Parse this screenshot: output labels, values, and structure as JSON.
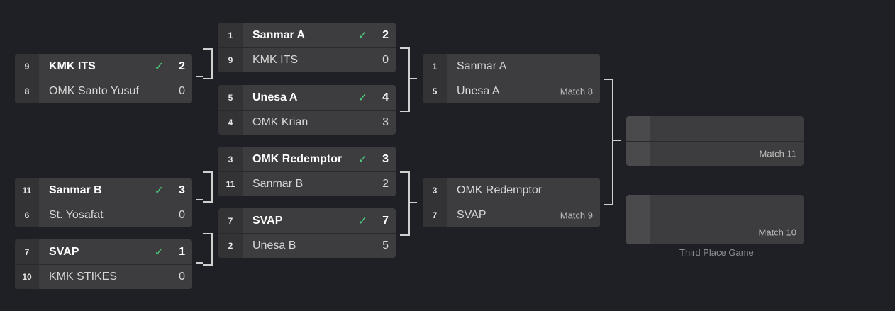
{
  "round1": {
    "m1": {
      "top": {
        "seed": "9",
        "name": "KMK ITS",
        "score": "2"
      },
      "bottom": {
        "seed": "8",
        "name": "OMK Santo Yusuf",
        "score": "0"
      }
    },
    "m2": {
      "top": {
        "seed": "11",
        "name": "Sanmar B",
        "score": "3"
      },
      "bottom": {
        "seed": "6",
        "name": "St. Yosafat",
        "score": "0"
      }
    },
    "m3": {
      "top": {
        "seed": "7",
        "name": "SVAP",
        "score": "1"
      },
      "bottom": {
        "seed": "10",
        "name": "KMK STIKES",
        "score": "0"
      }
    }
  },
  "round2": {
    "m1": {
      "top": {
        "seed": "1",
        "name": "Sanmar A",
        "score": "2"
      },
      "bottom": {
        "seed": "9",
        "name": "KMK ITS",
        "score": "0"
      }
    },
    "m2": {
      "top": {
        "seed": "5",
        "name": "Unesa A",
        "score": "4"
      },
      "bottom": {
        "seed": "4",
        "name": "OMK Krian",
        "score": "3"
      }
    },
    "m3": {
      "top": {
        "seed": "3",
        "name": "OMK Redemptor",
        "score": "3"
      },
      "bottom": {
        "seed": "11",
        "name": "Sanmar B",
        "score": "2"
      }
    },
    "m4": {
      "top": {
        "seed": "7",
        "name": "SVAP",
        "score": "7"
      },
      "bottom": {
        "seed": "2",
        "name": "Unesa B",
        "score": "5"
      }
    }
  },
  "semis": {
    "m8": {
      "label": "Match 8",
      "top": {
        "seed": "1",
        "name": "Sanmar A"
      },
      "bottom": {
        "seed": "5",
        "name": "Unesa A"
      }
    },
    "m9": {
      "label": "Match 9",
      "top": {
        "seed": "3",
        "name": "OMK Redemptor"
      },
      "bottom": {
        "seed": "7",
        "name": "SVAP"
      }
    }
  },
  "final": {
    "m11": {
      "label": "Match 11"
    }
  },
  "third_place": {
    "m10": {
      "label": "Match 10"
    },
    "caption": "Third Place Game"
  },
  "icons": {
    "winner": "check-icon"
  },
  "colors": {
    "background": "#1f2026",
    "card": "#3d3d3f",
    "seed_cell": "#333335",
    "check": "#4ecb7e",
    "connector": "#d0d0d0"
  }
}
